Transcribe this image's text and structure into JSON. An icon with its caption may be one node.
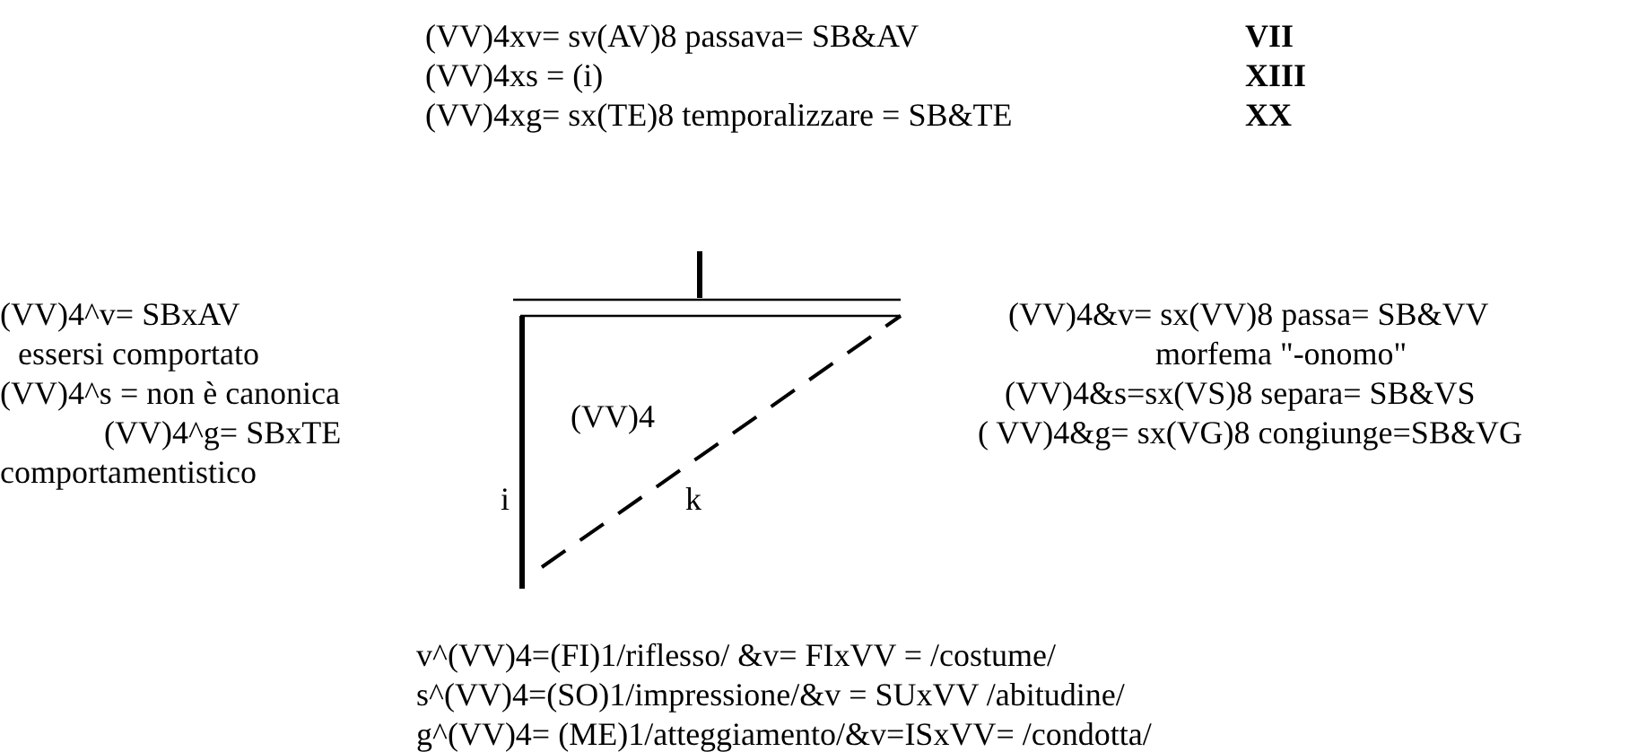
{
  "diagram": {
    "labels": [
      "(VV)4xv= sv(AV)8 passava= SB&AV",
      "VII",
      "(VV)4xs = (i)",
      "XIII",
      "(VV)4xg= sx(TE)8 temporalizzare = SB&TE",
      "XX",
      "(VV)4^v= SBxAV",
      "essersi comportato",
      "(VV)4^s = non è canonica",
      "(VV)4^g= SBxTE",
      "comportamentistico",
      "(VV)4&v= sx(VV)8 passa= SB&VV",
      "morfema \"-onomo\"",
      "(VV)4&s=sx(VS)8 separa= SB&VS",
      "( VV)4&g= sx(VG)8 congiunge=SB&VG",
      "(VV)4",
      "i",
      "k",
      "v^(VV)4=(FI)1/riflesso/ &v= FIxVV = /costume/",
      "s^(VV)4=(SO)1/impressione/&v = SUxVV /abitudine/",
      "g^(VV)4= (ME)1/atteggiamento/&v=ISxVV= /condotta/"
    ]
  }
}
